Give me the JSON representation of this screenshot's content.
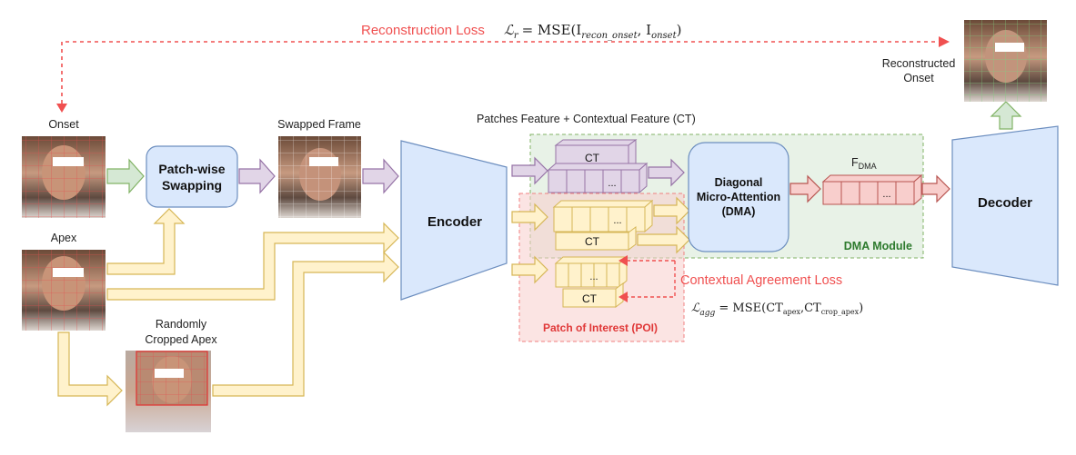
{
  "labels": {
    "recon_loss": "Reconstruction Loss",
    "recon_formula_lhs": "ℒ",
    "recon_formula_sub": "r",
    "recon_formula_rhs": "= MSE(I",
    "recon_formula_sub2": "recon_onset",
    "recon_formula_mid": ",  I",
    "recon_formula_sub3": "onset",
    "recon_formula_end": ")",
    "onset": "Onset",
    "apex": "Apex",
    "random_crop_line1": "Randomly",
    "random_crop_line2": "Cropped Apex",
    "swapped_frame": "Swapped Frame",
    "patch_swap_line1": "Patch-wise",
    "patch_swap_line2": "Swapping",
    "encoder": "Encoder",
    "decoder": "Decoder",
    "patches_feature": "Patches Feature + Contextual Feature (CT)",
    "ct": "CT",
    "dots": "...",
    "dma_line1": "Diagonal",
    "dma_line2": "Micro-Attention",
    "dma_line3": "(DMA)",
    "f_dma": "F",
    "f_dma_sub": "DMA",
    "dma_module": "DMA Module",
    "poi": "Patch of Interest (POI)",
    "contextual_loss": "Contextual Agreement Loss",
    "agg_formula_lhs": "ℒ",
    "agg_formula_sub": "agg",
    "agg_formula_rhs": " = MSE(CT",
    "agg_formula_sub2": "apex",
    "agg_formula_mid": ",CT",
    "agg_formula_sub3": "crop_apex",
    "agg_formula_end": ")",
    "reconstructed_line1": "Reconstructed",
    "reconstructed_line2": "Onset"
  },
  "colors": {
    "loss_red": "#f05050",
    "encoder_fill": "#dae8fc",
    "encoder_stroke": "#6c8ebf",
    "purple_fill": "#e1d5e7",
    "purple_stroke": "#9673a6",
    "yellow_fill": "#fff2cc",
    "yellow_stroke": "#d6b656",
    "green_fill": "#d5e8d4",
    "green_stroke": "#82b366",
    "red_fill": "#f8cecc",
    "red_stroke": "#b85450",
    "dma_text": "#2d7a2d"
  }
}
